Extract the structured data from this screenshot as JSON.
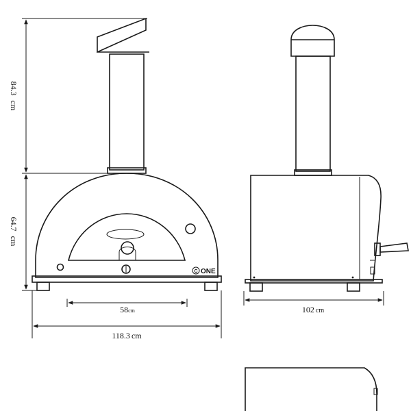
{
  "dimensions": {
    "top_height": {
      "value": "84.3",
      "unit": "cm"
    },
    "dome_height": {
      "value": "64.7",
      "unit": "cm"
    },
    "opening_width": {
      "value": "58",
      "unit": "cm"
    },
    "total_width": {
      "value": "118.3",
      "unit": "cm"
    },
    "depth": {
      "value": "102",
      "unit": "cm"
    }
  },
  "brand": {
    "logo_text": "ONE"
  }
}
